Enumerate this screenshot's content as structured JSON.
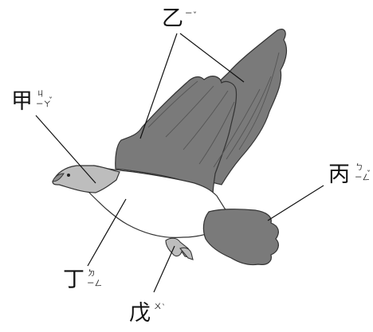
{
  "labels": {
    "yi": {
      "char": "乙",
      "zhuyin": [
        "ㄧ"
      ],
      "tone": "ˇ"
    },
    "jia": {
      "char": "甲",
      "zhuyin": [
        "ㄐ",
        "ㄧㄚ"
      ],
      "tone": "ˇ"
    },
    "bing": {
      "char": "丙",
      "zhuyin": [
        "ㄅ",
        "ㄧㄥ"
      ],
      "tone": "ˇ"
    },
    "ding": {
      "char": "丁",
      "zhuyin": [
        "ㄉ",
        "ㄧㄥ"
      ],
      "tone": ""
    },
    "wu": {
      "char": "戊",
      "zhuyin": [
        "ㄨ"
      ],
      "tone": "ˋ"
    }
  },
  "colors": {
    "wing": "#7a7a7a",
    "head": "#bdbdbd",
    "body": "#ffffff",
    "outline": "#333333",
    "leader": "#111111"
  }
}
